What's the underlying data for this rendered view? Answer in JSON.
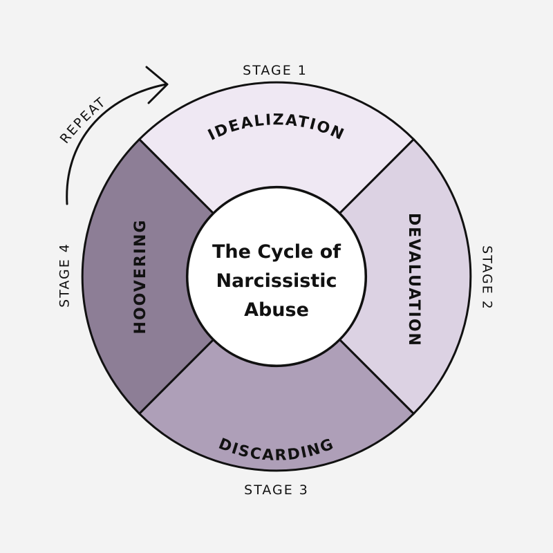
{
  "title": {
    "line1": "The Cycle of",
    "line2": "Narcissistic",
    "line3": "Abuse"
  },
  "stages": [
    {
      "stage_label": "STAGE 1",
      "name": "IDEALIZATION",
      "color": "#efe8f3"
    },
    {
      "stage_label": "STAGE 2",
      "name": "DEVALUATION",
      "color": "#dcd2e3"
    },
    {
      "stage_label": "STAGE 3",
      "name": "DISCARDING",
      "color": "#ae9fb8"
    },
    {
      "stage_label": "STAGE 4",
      "name": "HOOVERING",
      "color": "#8d7e96"
    }
  ],
  "repeat_label": "REPEAT",
  "colors": {
    "background": "#f3f3f3",
    "outline": "#111111",
    "center": "#ffffff"
  }
}
